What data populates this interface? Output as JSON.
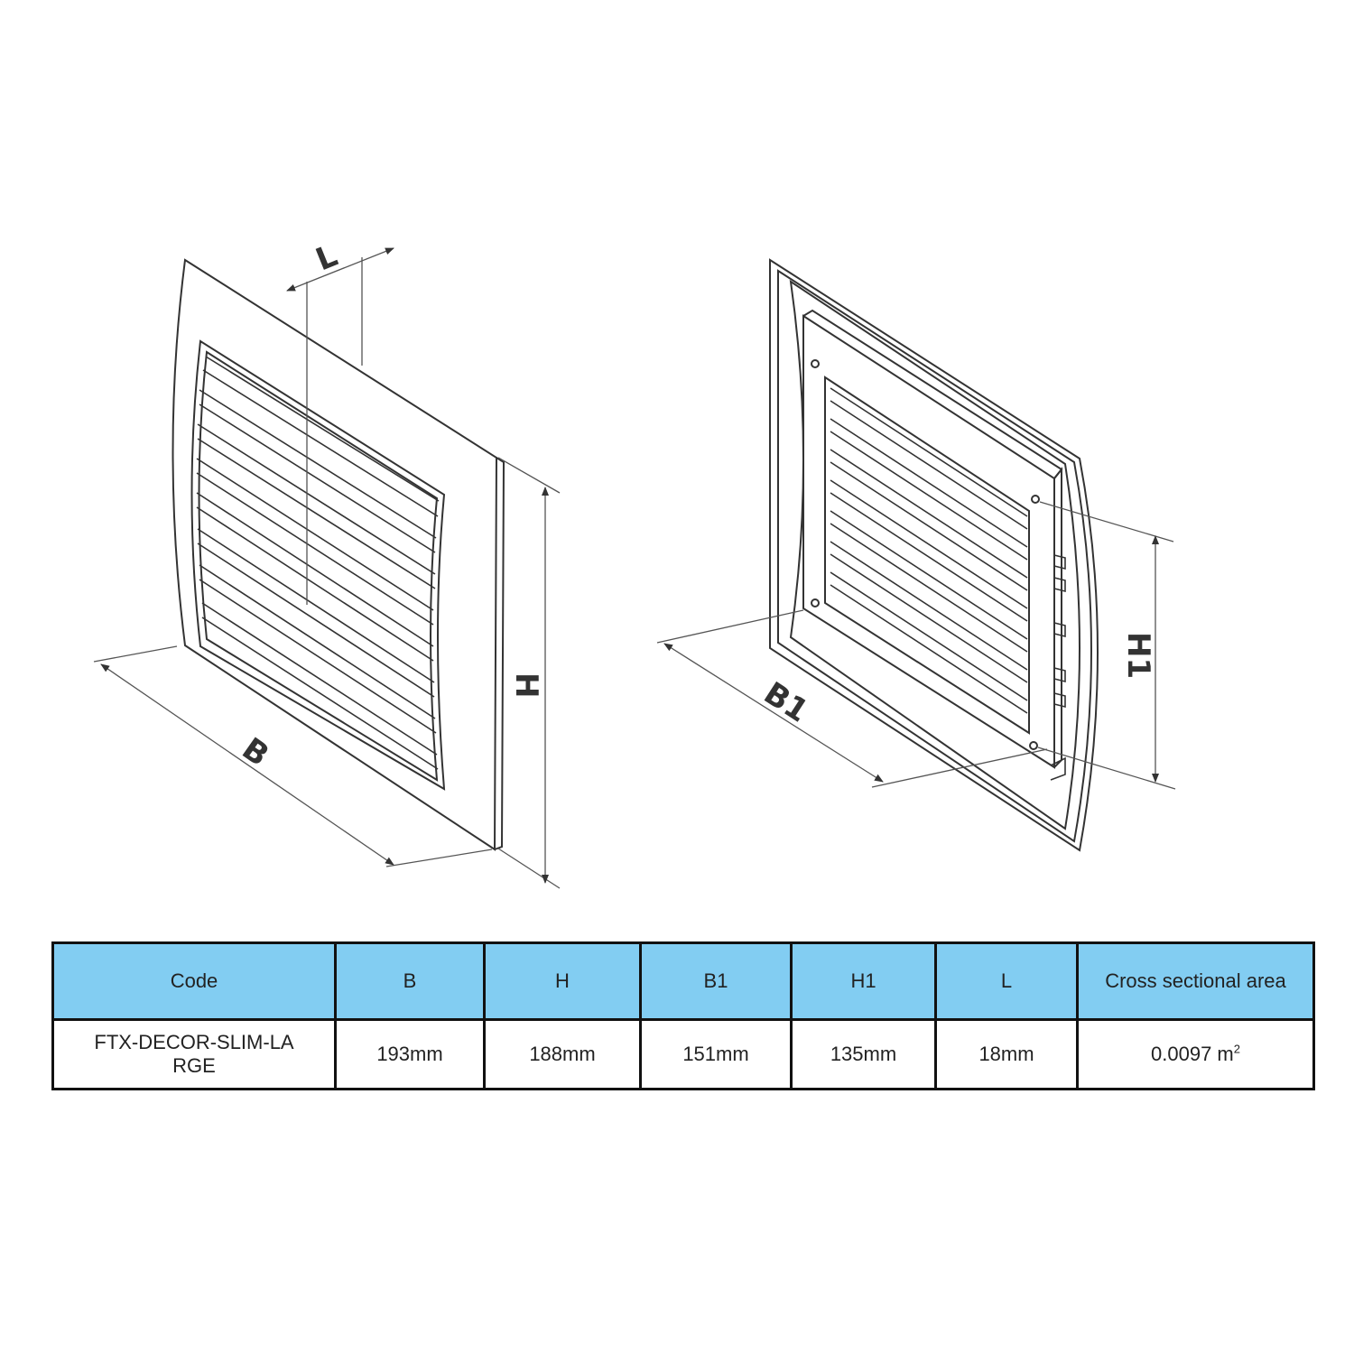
{
  "diagram": {
    "front_view": {
      "labels": {
        "b": "B",
        "h": "H",
        "l": "L"
      }
    },
    "rear_view": {
      "labels": {
        "b1": "B1",
        "h1": "H1"
      }
    }
  },
  "table": {
    "headers": [
      "Code",
      "B",
      "H",
      "B1",
      "H1",
      "L",
      "Cross sectional area"
    ],
    "rows": [
      {
        "code": "FTX-DECOR-SLIM-LARGE",
        "b": "193mm",
        "h": "188mm",
        "b1": "151mm",
        "h1": "135mm",
        "l": "18mm",
        "area_value": "0.0097 m",
        "area_unit_sup": "2"
      }
    ]
  },
  "colors": {
    "header_background": "#82cdf2",
    "table_border": "#111111",
    "line_art": "#333333"
  }
}
